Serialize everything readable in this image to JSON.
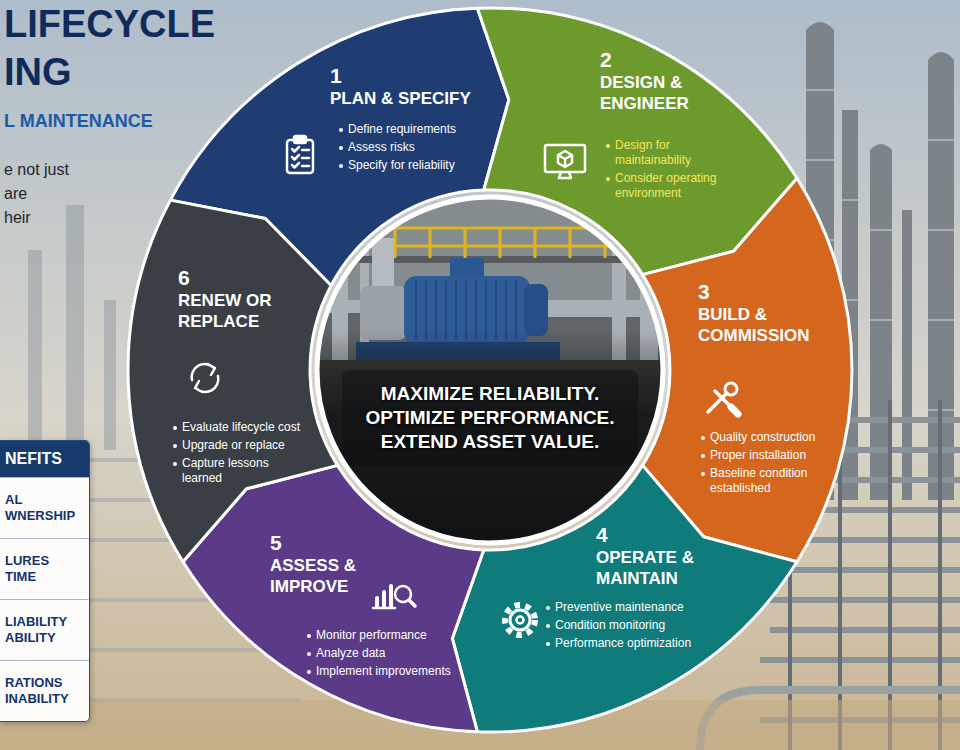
{
  "diagram": {
    "title": "LIFECYCLE ING",
    "nodes": [
      {
        "text": [
          "1",
          "PLAN & SPECIFY",
          "Define requirements",
          "Assess risks",
          "Specify for reliability"
        ]
      },
      {
        "text": [
          "2",
          "DESIGN & ENGINEER",
          "Design for maintainability",
          "Consider operating environment"
        ]
      },
      {
        "text": [
          "3",
          "BUILD & COMMISSION",
          "Quality construction",
          "Proper installation",
          "Baseline condition established"
        ]
      },
      {
        "text": [
          "4",
          "OPERATE & MAINTAIN",
          "Preventive maintenance",
          "Condition monitoring",
          "Performance optimization"
        ]
      },
      {
        "text": [
          "5",
          "ASSESS & IMPROVE",
          "Monitor performance",
          "Analyze data",
          "Implement improvements"
        ]
      },
      {
        "text": [
          "6",
          "RENEW OR REPLACE",
          "Evaluate lifecycle cost",
          "Upgrade or replace",
          "Capture lessons learned"
        ]
      },
      {
        "text": [
          "MAXIMIZE RELIABILITY. OPTIMIZE PERFORMANCE. EXTEND ASSET VALUE."
        ]
      },
      {
        "text": [
          "NEFITS",
          "AL WNERSHIP",
          "LURES TIME",
          "LIABILITY ABILITY",
          "RATIONS INABILITY"
        ]
      }
    ],
    "labels": [
      "L MAINTENANCE",
      "e not just",
      "are",
      "heir"
    ]
  }
}
